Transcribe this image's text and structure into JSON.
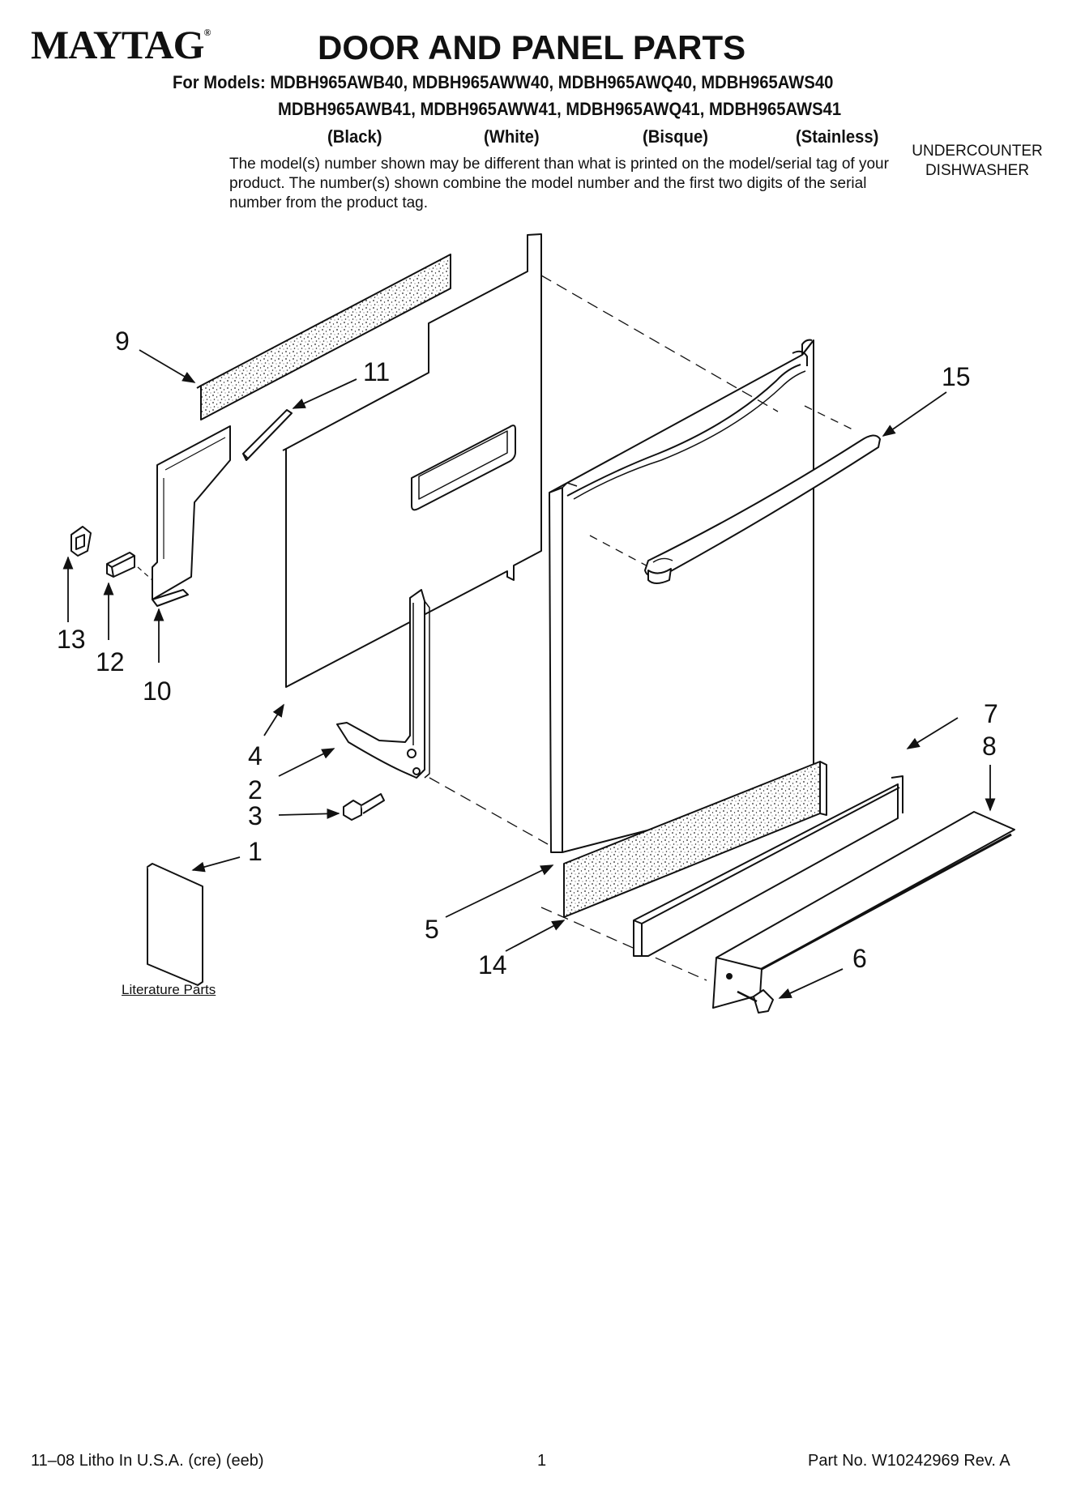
{
  "header": {
    "brand": "MAYTAG",
    "brand_mark": "®",
    "title": "DOOR AND PANEL PARTS",
    "models_line1": "For Models: MDBH965AWB40, MDBH965AWW40, MDBH965AWQ40, MDBH965AWS40",
    "models_line2": "MDBH965AWB41, MDBH965AWW41, MDBH965AWQ41, MDBH965AWS41",
    "colors": [
      "(Black)",
      "(White)",
      "(Bisque)",
      "(Stainless)"
    ],
    "note": "The model(s) number shown may be different than what is printed on the model/serial tag of your product. The number(s) shown combine the model number and the first two digits of the serial number from the product tag.",
    "product_type": "UNDERCOUNTER DISHWASHER"
  },
  "diagram": {
    "callouts": [
      "1",
      "2",
      "3",
      "4",
      "5",
      "6",
      "7",
      "8",
      "9",
      "10",
      "11",
      "12",
      "13",
      "14",
      "15"
    ],
    "literature_caption": "Literature Parts"
  },
  "footer": {
    "print_info": "11–08 Litho In U.S.A. (cre) (eeb)",
    "page_number": "1",
    "part_number": "Part No. W10242969 Rev. A"
  }
}
